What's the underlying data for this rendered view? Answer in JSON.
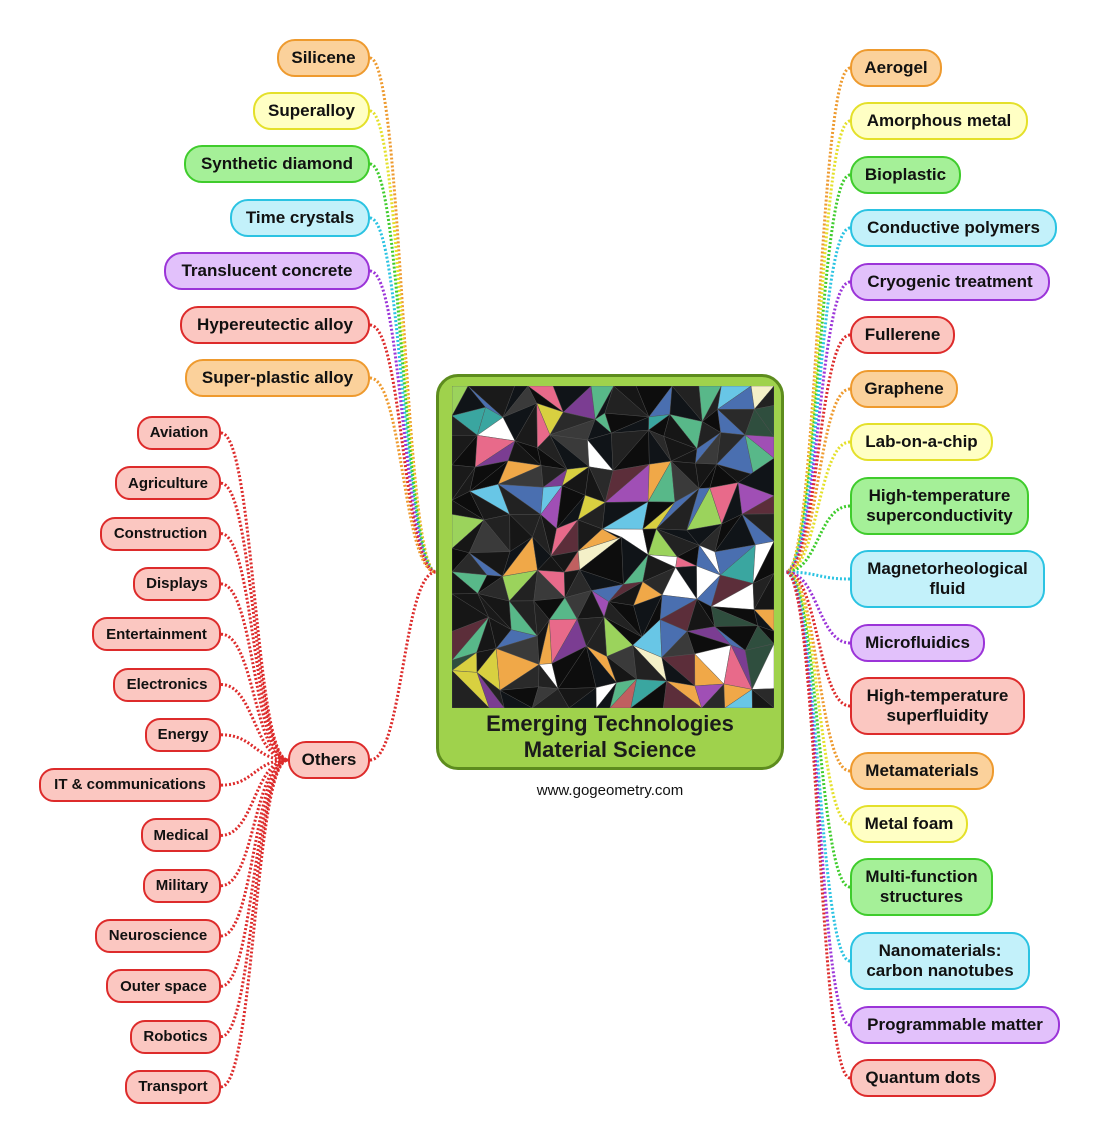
{
  "center": {
    "title_line1": "Emerging Technologies",
    "title_line2": "Material Science"
  },
  "website": "www.gogeometry.com",
  "colors": {
    "orange": "#ee9a2e",
    "yellow": "#e4e02a",
    "green": "#3fcc2c",
    "cyan": "#2bc3e2",
    "purple": "#9b34d8",
    "red": "#dd2b2b",
    "center_fill": "#9fd24c"
  },
  "left_topics": [
    {
      "label": "Silicene",
      "color": "orange"
    },
    {
      "label": "Superalloy",
      "color": "yellow"
    },
    {
      "label": "Synthetic diamond",
      "color": "green"
    },
    {
      "label": "Time crystals",
      "color": "cyan"
    },
    {
      "label": "Translucent concrete",
      "color": "purple"
    },
    {
      "label": "Hypereutectic alloy",
      "color": "red"
    },
    {
      "label": "Super-plastic alloy",
      "color": "orange"
    }
  ],
  "others": {
    "label": "Others",
    "color": "red",
    "items": [
      "Aviation",
      "Agriculture",
      "Construction",
      "Displays",
      "Entertainment",
      "Electronics",
      "Energy",
      "IT & communications",
      "Medical",
      "Military",
      "Neuroscience",
      "Outer space",
      "Robotics",
      "Transport"
    ]
  },
  "right_topics": [
    {
      "lines": [
        "Aerogel"
      ],
      "color": "orange"
    },
    {
      "lines": [
        "Amorphous metal"
      ],
      "color": "yellow"
    },
    {
      "lines": [
        "Bioplastic"
      ],
      "color": "green"
    },
    {
      "lines": [
        "Conductive polymers"
      ],
      "color": "cyan"
    },
    {
      "lines": [
        "Cryogenic treatment"
      ],
      "color": "purple"
    },
    {
      "lines": [
        "Fullerene"
      ],
      "color": "red"
    },
    {
      "lines": [
        "Graphene"
      ],
      "color": "orange"
    },
    {
      "lines": [
        "Lab-on-a-chip"
      ],
      "color": "yellow"
    },
    {
      "lines": [
        "High-temperature",
        "superconductivity"
      ],
      "color": "green"
    },
    {
      "lines": [
        "Magnetorheological",
        "fluid"
      ],
      "color": "cyan"
    },
    {
      "lines": [
        "Microfluidics"
      ],
      "color": "purple"
    },
    {
      "lines": [
        "High-temperature",
        "superfluidity"
      ],
      "color": "red"
    },
    {
      "lines": [
        "Metamaterials"
      ],
      "color": "orange"
    },
    {
      "lines": [
        "Metal foam"
      ],
      "color": "yellow"
    },
    {
      "lines": [
        "Multi-function",
        "structures"
      ],
      "color": "green"
    },
    {
      "lines": [
        "Nanomaterials:",
        "carbon nanotubes"
      ],
      "color": "cyan"
    },
    {
      "lines": [
        "Programmable matter"
      ],
      "color": "purple"
    },
    {
      "lines": [
        "Quantum dots"
      ],
      "color": "red"
    }
  ]
}
